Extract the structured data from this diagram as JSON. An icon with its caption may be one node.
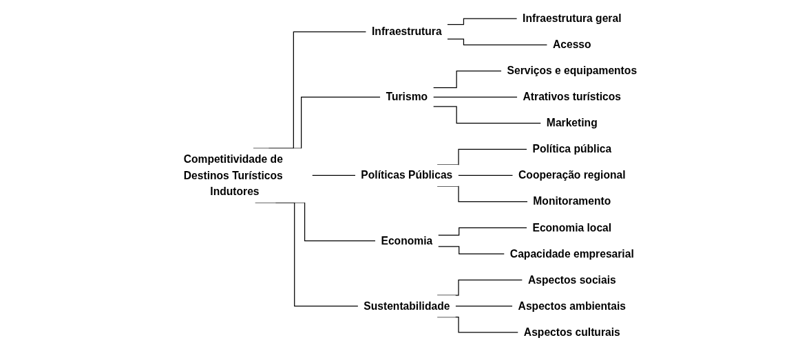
{
  "diagram": {
    "nodes": [
      {
        "text": [
          "Competitividade de Destinos Turísticos Indutores"
        ]
      },
      {
        "text": [
          "Infraestrutura"
        ]
      },
      {
        "text": [
          "Infraestrutura geral"
        ]
      },
      {
        "text": [
          "Acesso"
        ]
      },
      {
        "text": [
          "Turismo"
        ]
      },
      {
        "text": [
          "Serviços e equipamentos"
        ]
      },
      {
        "text": [
          "Atrativos turísticos"
        ]
      },
      {
        "text": [
          "Marketing"
        ]
      },
      {
        "text": [
          "Políticas Públicas"
        ]
      },
      {
        "text": [
          "Política pública"
        ]
      },
      {
        "text": [
          "Cooperação regional"
        ]
      },
      {
        "text": [
          "Monitoramento"
        ]
      },
      {
        "text": [
          "Economia"
        ]
      },
      {
        "text": [
          "Economia local"
        ]
      },
      {
        "text": [
          "Capacidade empresarial"
        ]
      },
      {
        "text": [
          "Sustentabilidade"
        ]
      },
      {
        "text": [
          "Aspectos sociais"
        ]
      },
      {
        "text": [
          "Aspectos ambientais"
        ]
      },
      {
        "text": [
          "Aspectos culturais"
        ]
      }
    ],
    "edges": [
      {
        "from": 0,
        "to": 1,
        "arrow": "none"
      },
      {
        "from": 0,
        "to": 4,
        "arrow": "none"
      },
      {
        "from": 0,
        "to": 8,
        "arrow": "none"
      },
      {
        "from": 0,
        "to": 12,
        "arrow": "none"
      },
      {
        "from": 0,
        "to": 15,
        "arrow": "none"
      },
      {
        "from": 1,
        "to": 2,
        "arrow": "none"
      },
      {
        "from": 1,
        "to": 3,
        "arrow": "none"
      },
      {
        "from": 4,
        "to": 5,
        "arrow": "none"
      },
      {
        "from": 4,
        "to": 6,
        "arrow": "none"
      },
      {
        "from": 4,
        "to": 7,
        "arrow": "none"
      },
      {
        "from": 8,
        "to": 9,
        "arrow": "none"
      },
      {
        "from": 8,
        "to": 10,
        "arrow": "none"
      },
      {
        "from": 8,
        "to": 11,
        "arrow": "none"
      },
      {
        "from": 12,
        "to": 13,
        "arrow": "none"
      },
      {
        "from": 12,
        "to": 14,
        "arrow": "none"
      },
      {
        "from": 15,
        "to": 16,
        "arrow": "none"
      },
      {
        "from": 15,
        "to": 17,
        "arrow": "none"
      },
      {
        "from": 15,
        "to": 18,
        "arrow": "none"
      }
    ]
  }
}
